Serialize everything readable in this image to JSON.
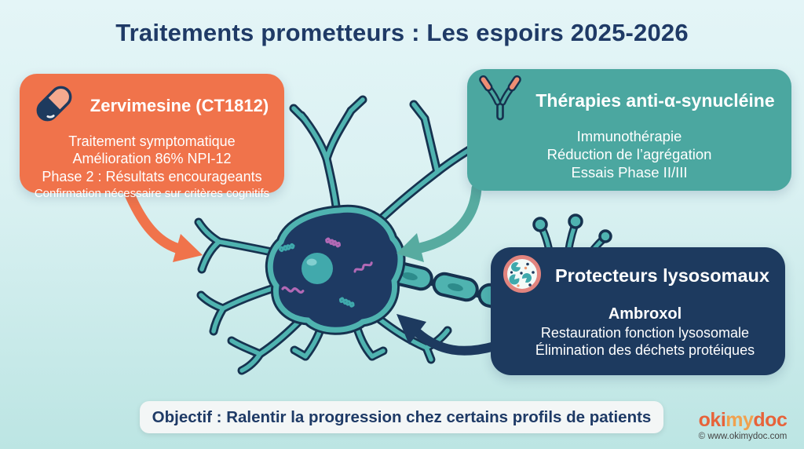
{
  "title": "Traitements prometteurs : Les espoirs 2025-2026",
  "cards": {
    "zervimesine": {
      "icon": "pill-icon",
      "title": "Zervimesine (CT1812)",
      "lines": [
        "Traitement symptomatique",
        "Amélioration 86% NPI-12",
        "Phase 2 : Résultats encourageants"
      ],
      "note": "Confirmation nécessaire sur critères cognitifs",
      "bg_color": "#F0734B"
    },
    "anti_alpha_synuclein": {
      "icon": "antibody-icon",
      "title": "Thérapies anti-α-synucléine",
      "lines": [
        "Immunothérapie",
        "Réduction de l’agrégation",
        "Essais Phase II/III"
      ],
      "bg_color": "#4BA7A0"
    },
    "lysosomal_protectors": {
      "icon": "lysosome-cell-icon",
      "title": "Protecteurs lysosomaux",
      "subtitle": "Ambroxol",
      "lines": [
        "Restauration fonction lysosomale",
        "Élimination des déchets protéiques"
      ],
      "bg_color": "#1D3A5F"
    }
  },
  "objective_banner": {
    "text": "Objectif : Ralentir la progression chez certains profils de patients"
  },
  "footer": {
    "brand_parts": [
      "oki",
      "my",
      "doc"
    ],
    "copyright": "© www.okimydoc.com"
  },
  "illustration": {
    "subject": "neuron-with-myelinated-axon",
    "arrow_colors": {
      "zervimesine_arrow": "#F0734B",
      "anti_synuclein_arrow": "#57ABA0",
      "lysosomal_arrow": "#1D3A5F"
    }
  },
  "colors": {
    "title_text": "#1F3A66",
    "background_top": "#E4F5F7",
    "background_bottom": "#BCE5E3",
    "card_text": "#FFFFFF",
    "neuron_teal": "#4FB3B0",
    "neuron_navy": "#16324F",
    "aggregate_purple": "#B269B5"
  }
}
